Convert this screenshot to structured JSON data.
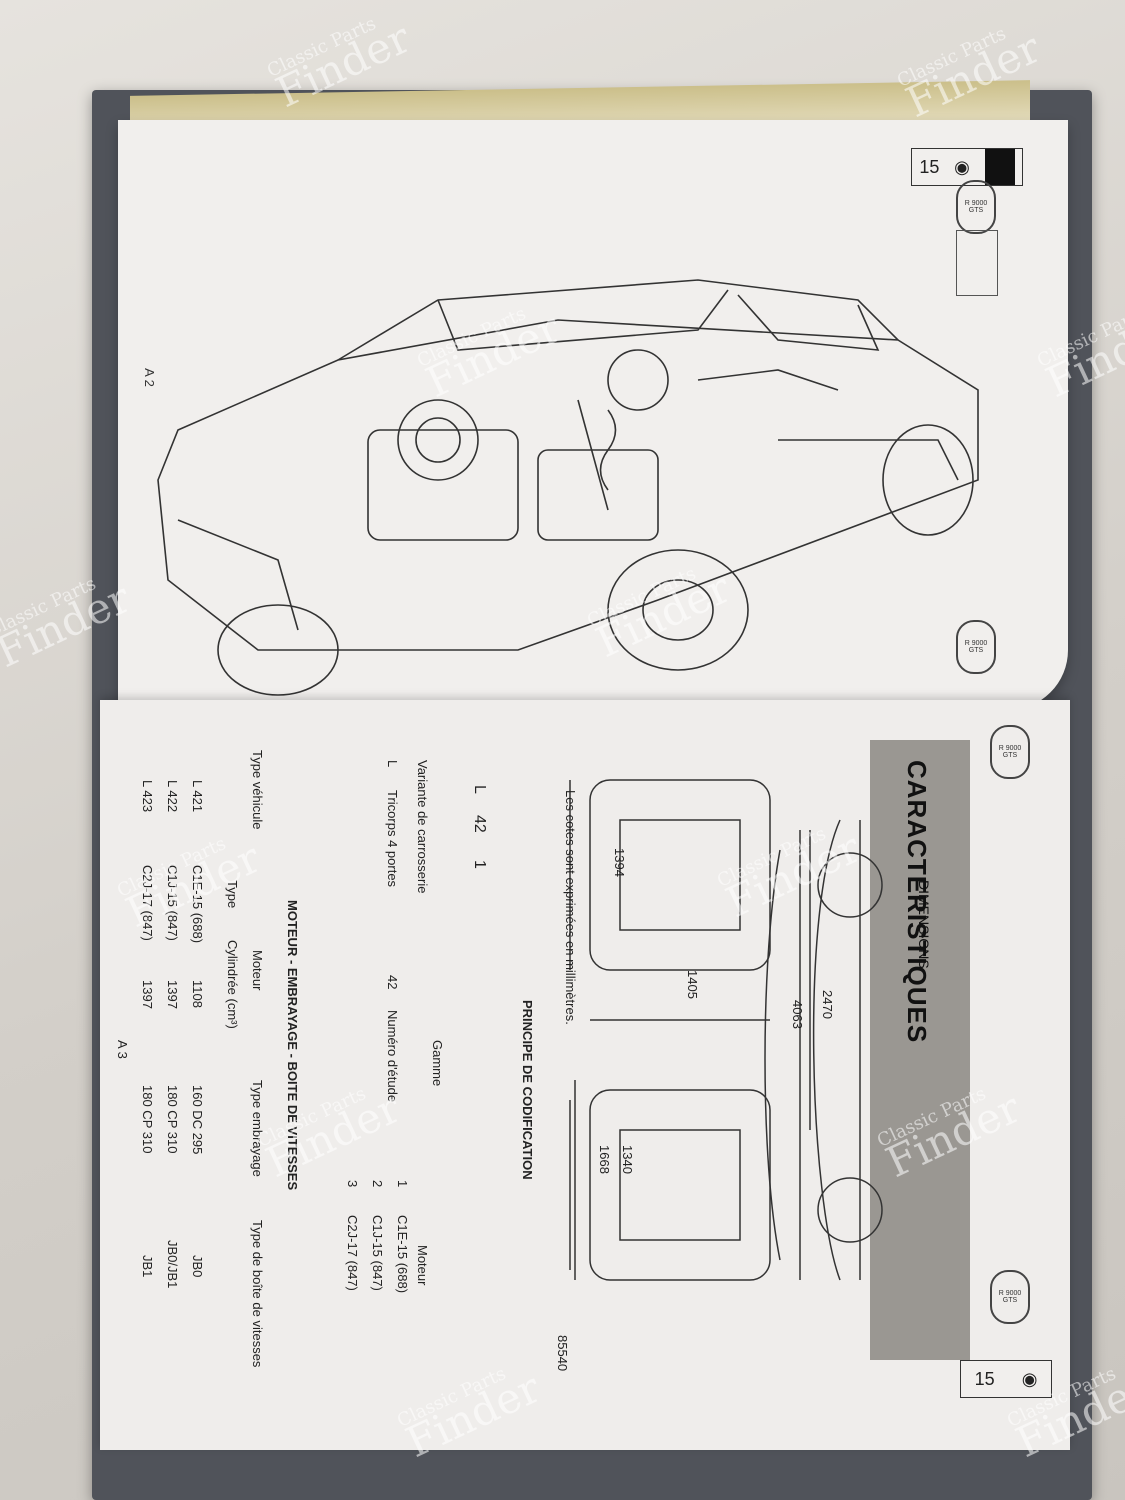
{
  "page_labels": {
    "top_left": "A 2",
    "bottom_page": "A 3"
  },
  "tab": {
    "code": "15"
  },
  "stamp": "R 9000 GTS",
  "section": {
    "title": "CARACTERISTIQUES",
    "subtitle": "DIMENSIONS",
    "fig_number": "85540"
  },
  "dimensions": {
    "front_height": "1394",
    "front_width": "1405",
    "wheelbase": "2470",
    "length": "4063",
    "rear_track": "1340",
    "overall_width": "1668"
  },
  "note": "Les cotes sont exprimées en millimètres.",
  "coding": {
    "heading": "PRINCIPE DE CODIFICATION",
    "code_parts": [
      "L",
      "42",
      "1"
    ],
    "labels": {
      "variant": "Variante de carrosserie",
      "range": "Gamme",
      "engine": "Moteur"
    },
    "variant_row": {
      "code": "L",
      "desc": "Tricorps 4 portes"
    },
    "range_row": {
      "code": "42",
      "desc": "Numéro d'étude"
    },
    "engines": [
      {
        "num": "1",
        "name": "C1E-15 (688)"
      },
      {
        "num": "2",
        "name": "C1J-15 (847)"
      },
      {
        "num": "3",
        "name": "C2J-17 (847)"
      }
    ]
  },
  "table": {
    "heading": "MOTEUR - EMBRAYAGE - BOITE DE VITESSES",
    "headers": [
      "Type véhicule",
      "Moteur",
      "Type embrayage",
      "Type de boîte de vitesses"
    ],
    "sub_headers": [
      "Type",
      "Cylindrée (cm³)"
    ],
    "rows": [
      [
        "L 421",
        "C1E-15 (688)",
        "1108",
        "160 DC 295",
        "JB0"
      ],
      [
        "L 422",
        "C1J-15 (847)",
        "1397",
        "180 CP 310",
        "JB0/JB1"
      ],
      [
        "L 423",
        "C2J-17 (847)",
        "1397",
        "180 CP 310",
        "JB1"
      ]
    ]
  },
  "watermark": {
    "line1": "Classic Parts",
    "line2": "Finder"
  }
}
